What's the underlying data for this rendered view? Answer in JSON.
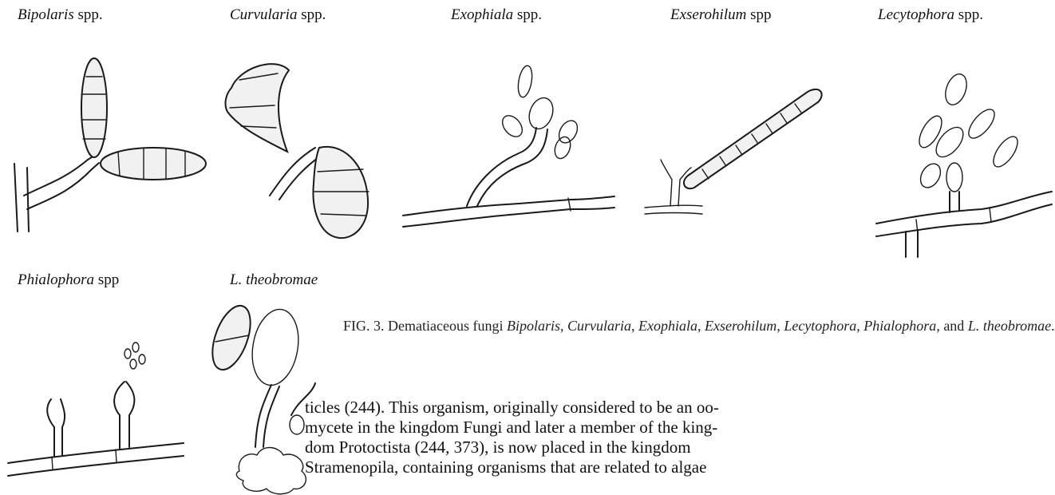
{
  "figure": {
    "panels": [
      {
        "genus": "Bipolaris",
        "suffix": " spp."
      },
      {
        "genus": "Curvularia",
        "suffix": "  spp."
      },
      {
        "genus": "Exophiala",
        "suffix": " spp."
      },
      {
        "genus": "Exserohilum",
        "suffix": " spp"
      },
      {
        "genus": "Lecytophora",
        "suffix": " spp."
      },
      {
        "genus": "Phialophora",
        "suffix": " spp"
      },
      {
        "genus": "L. theobromae",
        "suffix": ""
      }
    ],
    "caption": {
      "prefix": "FIG. 3. Dematiaceous fungi ",
      "g1": "Bipolaris",
      "s1": ", ",
      "g2": "Curvularia",
      "s2": ", ",
      "g3": "Exophiala",
      "s3": ", ",
      "g4": "Exserohilum",
      "s4": ", ",
      "g5": "Lecytophora",
      "s5": ", ",
      "g6": "Phialophora",
      "s6": ", and ",
      "g7": "L. theobromae",
      "end": "."
    }
  },
  "body_text": "ticles (244). This organism, originally considered to be an oo-\nmycete in the kingdom Fungi and later a member of the king-\ndom Protoctista (244, 373), is now placed in the kingdom\nStramenopila, containing organisms that are related to algae"
}
